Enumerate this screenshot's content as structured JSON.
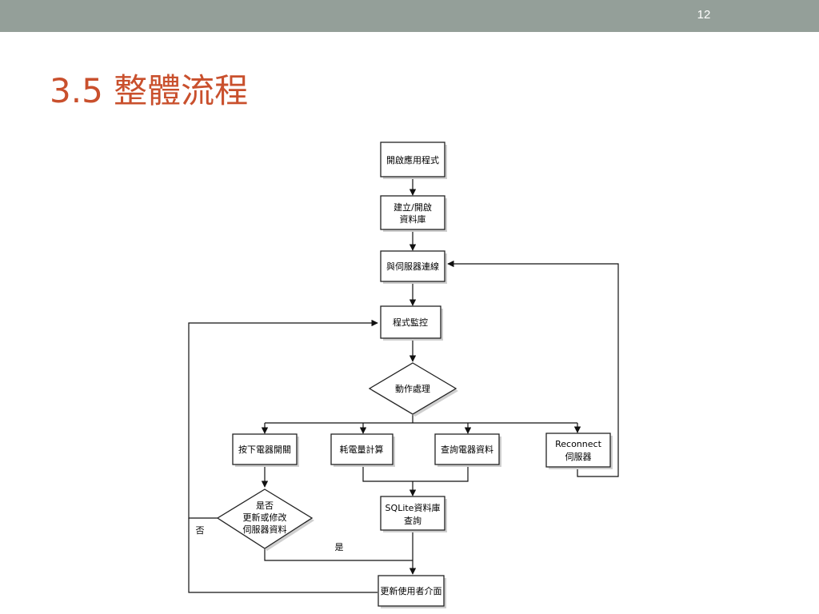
{
  "slide": {
    "page_number": "12",
    "title": "3.5 整體流程"
  },
  "flowchart": {
    "nodes": {
      "start_app": [
        "開啟應用程式"
      ],
      "create_db": [
        "建立/開啟",
        "資料庫"
      ],
      "connect_server": [
        "與伺服器連線"
      ],
      "monitor": [
        "程式監控"
      ],
      "action": [
        "動作處理"
      ],
      "press_switch": [
        "按下電器開關"
      ],
      "calc_power": [
        "耗電量計算"
      ],
      "query_device": [
        "查詢電器資料"
      ],
      "reconnect": [
        "Reconnect",
        "伺服器"
      ],
      "decision_update": [
        "是否",
        "更新或修改",
        "伺服器資料"
      ],
      "sqlite_query": [
        "SQLite資料庫",
        "查詢"
      ],
      "update_ui": [
        "更新使用者介面"
      ]
    },
    "edge_labels": {
      "no": "否",
      "yes": "是"
    }
  }
}
